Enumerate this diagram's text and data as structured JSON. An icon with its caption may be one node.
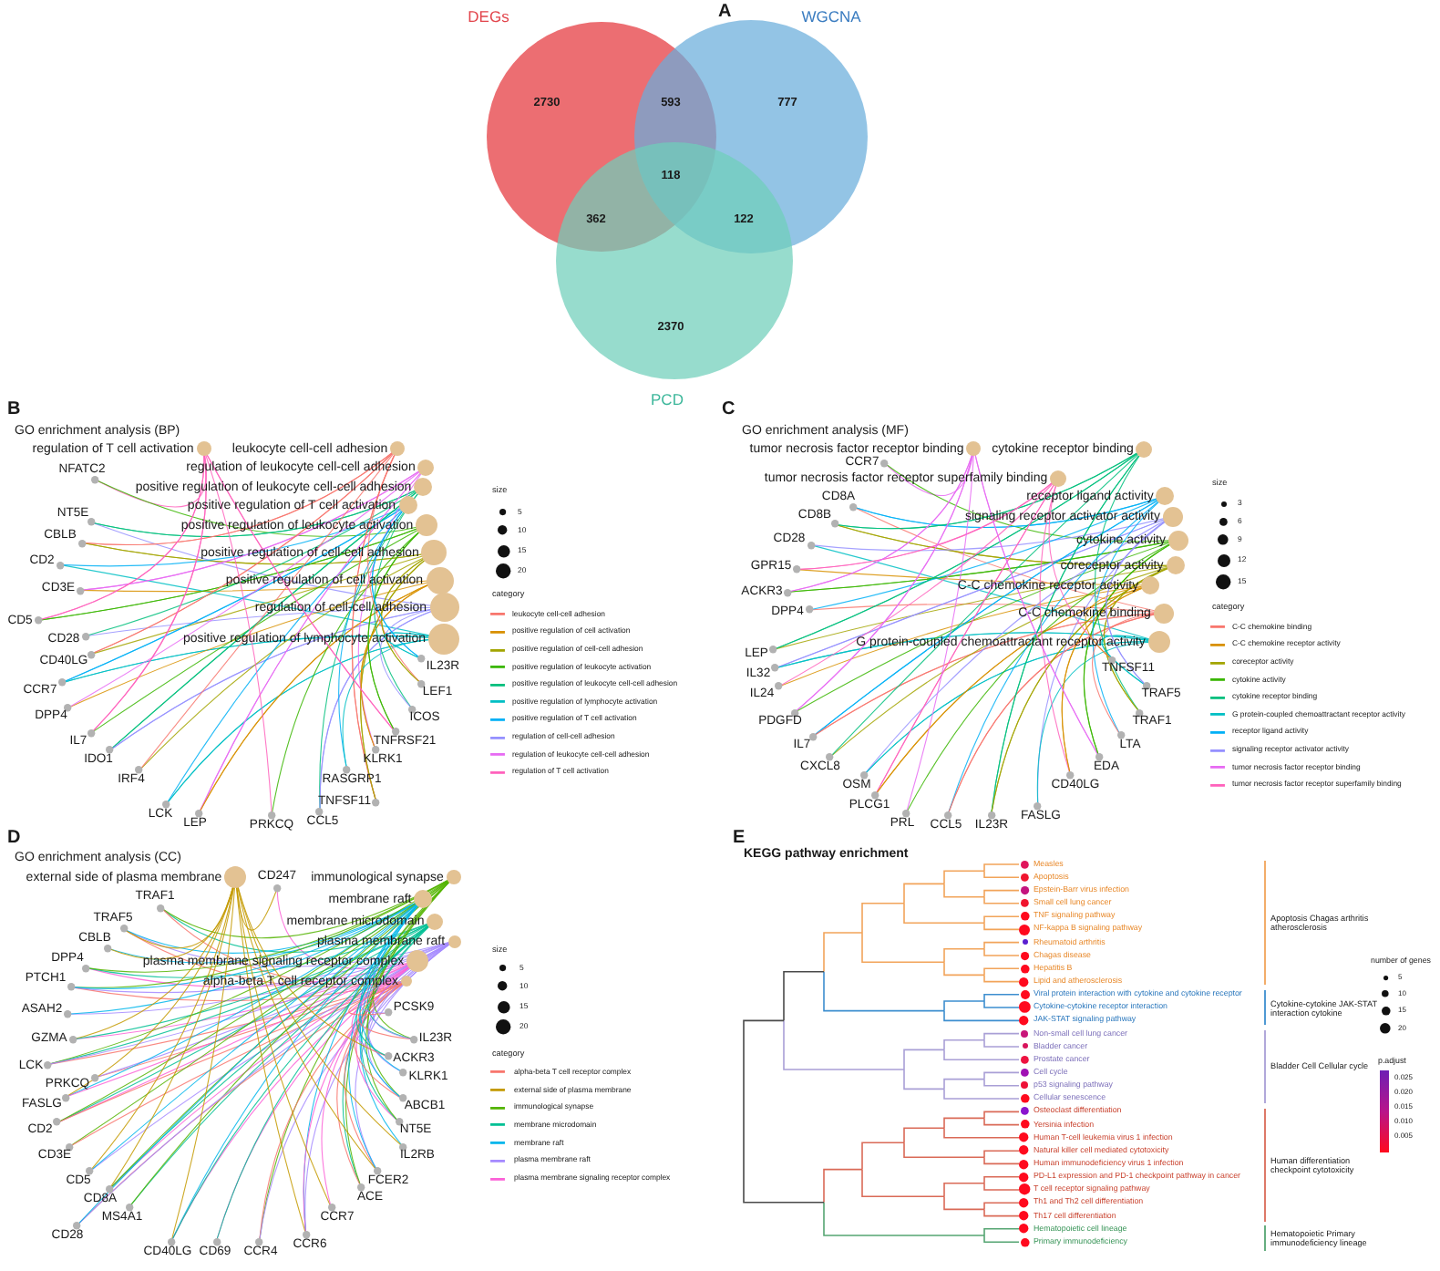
{
  "diagram": {
    "nodes": [
      {
        "text": [
          "DEGs",
          "2730"
        ]
      },
      {
        "text": [
          "WGCNA",
          "777"
        ]
      },
      {
        "text": [
          "2370",
          "PCD"
        ]
      }
    ],
    "labels": [
      "A",
      "593",
      "118",
      "362",
      "122",
      "B",
      "GO enrichment analysis (BP)",
      "regulation of T cell activation",
      "leukocyte cell-cell adhesion",
      "regulation of leukocyte cell-cell adhesion",
      "positive regulation of leukocyte cell-cell adhesion",
      "positive regulation of T cell activation",
      "positive regulation of leukocyte activation",
      "positive regulation of cell-cell adhesion",
      "positive regulation of cell activation",
      "regulation of cell-cell adhesion",
      "positive regulation of lymphocyte activation",
      "NFATC2",
      "NT5E",
      "CBLB",
      "CD2",
      "CD3E",
      "CD5",
      "CD28",
      "CD40LG",
      "CCR7",
      "DPP4",
      "IL7",
      "IDO1",
      "IRF4",
      "LCK",
      "LEP",
      "PRKCQ",
      "CCL5",
      "TNFSF11",
      "RASGRP1",
      "KLRK1",
      "TNFRSF21",
      "ICOS",
      "LEF1",
      "IL23R",
      "size",
      "category",
      "C",
      "GO enrichment analysis (MF)",
      "tumor necrosis factor receptor binding",
      "cytokine receptor binding",
      "tumor necrosis factor receptor superfamily binding",
      "receptor ligand activity",
      "signaling receptor activator activity",
      "cytokine activity",
      "coreceptor activity",
      "C-C chemokine receptor activity",
      "C-C chemokine binding",
      "G protein-coupled chemoattractant receptor activity",
      "CCR7",
      "CD8A",
      "CD8B",
      "CD28",
      "GPR15",
      "ACKR3",
      "DPP4",
      "LEP",
      "IL32",
      "IL24",
      "PDGFD",
      "IL7",
      "CXCL8",
      "OSM",
      "PLCG1",
      "PRL",
      "CCL5",
      "IL23R",
      "FASLG",
      "CD40LG",
      "EDA",
      "LTA",
      "TRAF1",
      "TRAF5",
      "TNFSF11",
      "size",
      "category",
      "D",
      "GO enrichment analysis (CC)",
      "external side of plasma membrane",
      "immunological synapse",
      "membrane raft",
      "membrane microdomain",
      "plasma membrane raft",
      "plasma membrane signaling receptor complex",
      "alpha-beta T cell receptor complex",
      "CD247",
      "TRAF1",
      "TRAF5",
      "CBLB",
      "DPP4",
      "PTCH1",
      "ASAH2",
      "GZMA",
      "LCK",
      "PRKCQ",
      "FASLG",
      "CD2",
      "CD3E",
      "CD5",
      "CD8A",
      "MS4A1",
      "CD28",
      "CD40LG",
      "CD69",
      "CCR4",
      "CCR6",
      "CCR7",
      "ACE",
      "FCER2",
      "IL2RB",
      "NT5E",
      "ABCB1",
      "KLRK1",
      "ACKR3",
      "IL23R",
      "PCSK9",
      "size",
      "category",
      "E",
      "KEGG pathway enrichment",
      "Measles",
      "Apoptosis",
      "Epstein-Barr virus infection",
      "Small cell lung cancer",
      "TNF signaling pathway",
      "NF-kappa B signaling pathway",
      "Rheumatoid arthritis",
      "Chagas disease",
      "Hepatitis B",
      "Lipid and atherosclerosis",
      "Viral protein interaction with cytokine and cytokine receptor",
      "Cytokine-cytokine receptor interaction",
      "JAK-STAT signaling pathway",
      "Non-small cell lung cancer",
      "Bladder cancer",
      "Prostate cancer",
      "Cell cycle",
      "p53 signaling pathway",
      "Cellular senescence",
      "Osteoclast differentiation",
      "Yersinia infection",
      "Human T-cell leukemia virus 1 infection",
      "Natural killer cell mediated cytotoxicity",
      "Human immunodeficiency virus 1 infection",
      "PD-L1 expression and PD-1 checkpoint pathway in cancer",
      "T cell receptor signaling pathway",
      "Th1 and Th2 cell differentiation",
      "Th17 cell differentiation",
      "Hematopoietic cell lineage",
      "Primary immunodeficiency",
      "Apoptosis Chagas arthritis atherosclerosis",
      "Cytokine-cytokine JAK-STAT interaction cytokine",
      "Bladder Cell Cellular cycle",
      "Human differentiation checkpoint cytotoxicity",
      "Hematopoietic Primary immunodeficiency lineage",
      "number of genes",
      "p.adjust",
      "0.025",
      "0.020",
      "0.015",
      "0.010",
      "0.005"
    ],
    "legend": [
      {
        "text": "5"
      },
      {
        "text": "10"
      },
      {
        "text": "15"
      },
      {
        "text": "20"
      },
      {
        "text": "leukocyte cell-cell adhesion"
      },
      {
        "text": "positive regulation of cell activation"
      },
      {
        "text": "positive regulation of cell-cell adhesion"
      },
      {
        "text": "positive regulation of leukocyte activation"
      },
      {
        "text": "positive regulation of leukocyte cell-cell adhesion"
      },
      {
        "text": "positive regulation of lymphocyte activation"
      },
      {
        "text": "positive regulation of T cell activation"
      },
      {
        "text": "regulation of cell-cell adhesion"
      },
      {
        "text": "regulation of leukocyte cell-cell adhesion"
      },
      {
        "text": "regulation of T cell activation"
      },
      {
        "text": "3"
      },
      {
        "text": "6"
      },
      {
        "text": "9"
      },
      {
        "text": "12"
      },
      {
        "text": "15"
      },
      {
        "text": "C-C chemokine binding"
      },
      {
        "text": "C-C chemokine receptor activity"
      },
      {
        "text": "coreceptor activity"
      },
      {
        "text": "cytokine activity"
      },
      {
        "text": "cytokine receptor binding"
      },
      {
        "text": "G protein-coupled chemoattractant receptor activity"
      },
      {
        "text": "receptor ligand activity"
      },
      {
        "text": "signaling receptor activator activity"
      },
      {
        "text": "tumor necrosis factor receptor binding"
      },
      {
        "text": "tumor necrosis factor receptor superfamily binding"
      },
      {
        "text": "5"
      },
      {
        "text": "10"
      },
      {
        "text": "15"
      },
      {
        "text": "20"
      },
      {
        "text": "alpha-beta T cell receptor complex"
      },
      {
        "text": "external side of plasma membrane"
      },
      {
        "text": "immunological synapse"
      },
      {
        "text": "membrane microdomain"
      },
      {
        "text": "membrane raft"
      },
      {
        "text": "plasma membrane raft"
      },
      {
        "text": "plasma membrane signaling receptor complex"
      },
      {
        "text": "5"
      },
      {
        "text": "10"
      },
      {
        "text": "15"
      },
      {
        "text": "20"
      }
    ]
  }
}
